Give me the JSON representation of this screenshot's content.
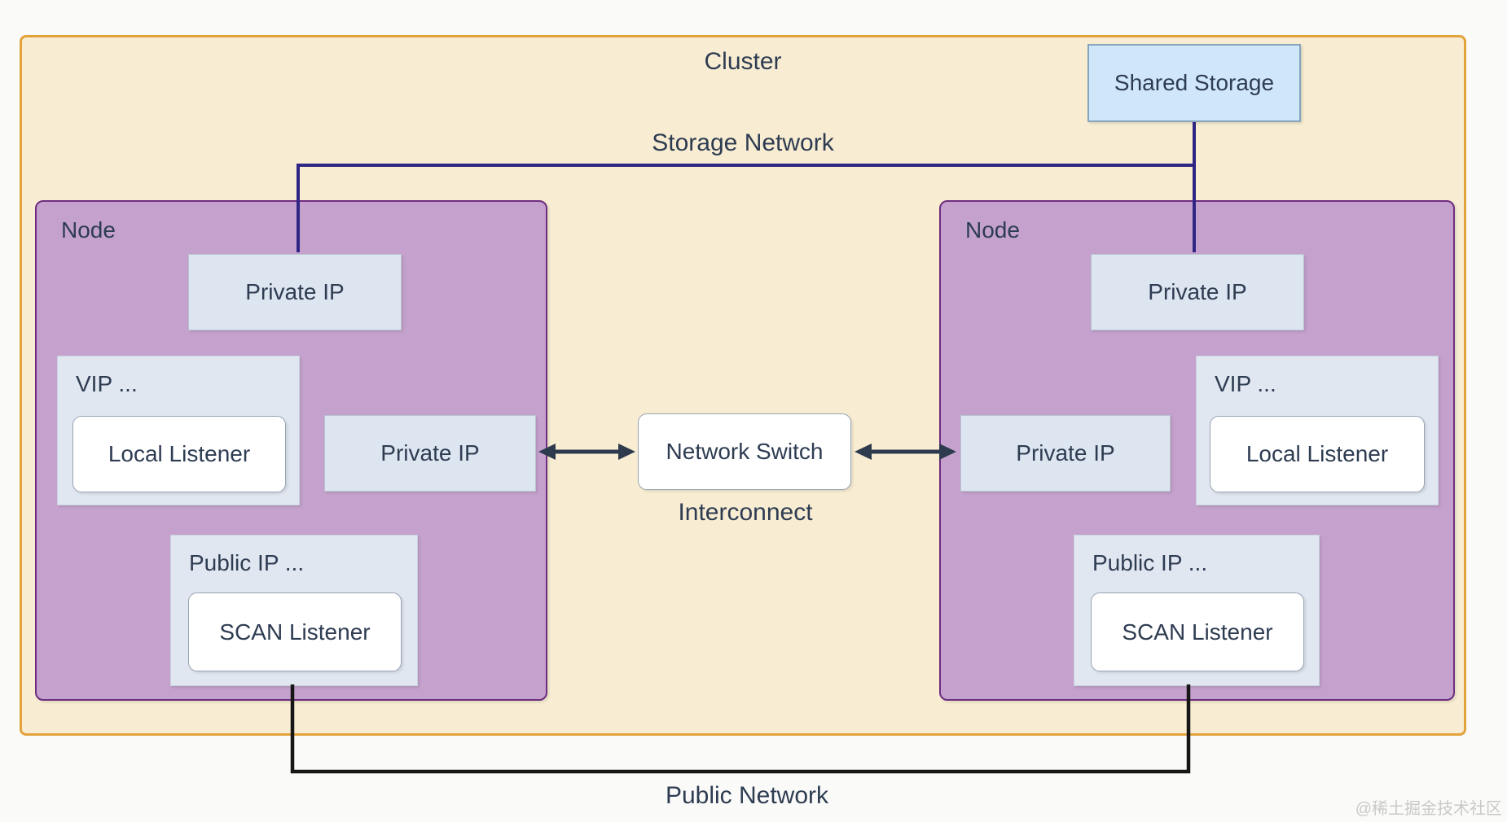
{
  "cluster": {
    "label": "Cluster"
  },
  "shared_storage": {
    "label": "Shared Storage"
  },
  "networks": {
    "storage": {
      "label": "Storage Network",
      "color": "#2f2585"
    },
    "interconnect": {
      "label": "Interconnect",
      "switch_label": "Network Switch",
      "arrow_color": "#2e3b4e"
    },
    "public": {
      "label": "Public Network",
      "color": "#161616"
    }
  },
  "nodes": [
    {
      "label": "Node",
      "private_ip_top": "Private IP",
      "vip": {
        "label": "VIP ...",
        "local_listener": "Local Listener"
      },
      "private_ip_interconnect": "Private IP",
      "public_ip": {
        "label": "Public IP ...",
        "scan_listener": "SCAN Listener"
      }
    },
    {
      "label": "Node",
      "private_ip_top": "Private IP",
      "vip": {
        "label": "VIP ...",
        "local_listener": "Local Listener"
      },
      "private_ip_interconnect": "Private IP",
      "public_ip": {
        "label": "Public IP ...",
        "scan_listener": "SCAN Listener"
      }
    }
  ],
  "watermark": "@稀土掘金技术社区",
  "colors": {
    "clusterFill": "#f8edd2",
    "clusterBorder": "#e2a33c",
    "nodeFill": "#c5a2cd",
    "nodeBorder": "#6e2d80",
    "chipFill": "#dde5f0",
    "chipBorder": "#b8c3d1",
    "groupFill": "#e0e7f1",
    "groupBorder": "#c9d2de",
    "storageBoxFill": "#cfe7f9",
    "storageBoxBorder": "#86a4bb",
    "storageLine": "#2f2585",
    "arrowLine": "#2e3b4e",
    "publicLine": "#161616",
    "textColor": "#2e3c52",
    "watermarkColor": "#c9c9c9"
  }
}
